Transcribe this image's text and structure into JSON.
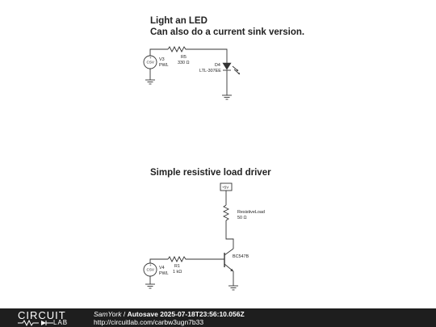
{
  "circuit1": {
    "title_line1": "Light an LED",
    "title_line2": "Can also do a current sink version.",
    "source_symbol": "CSV",
    "source_name": "V3",
    "source_type": "PWL",
    "resistor_name": "R5",
    "resistor_value": "330 Ω",
    "led_name": "D4",
    "led_part": "LTL-307EE"
  },
  "circuit2": {
    "title": "Simple resistive load driver",
    "supply_label": "+5V",
    "load_name": "ResistiveLoad",
    "load_value": "50 Ω",
    "transistor_part": "BC547B",
    "resistor_name": "R1",
    "resistor_value": "1 kΩ",
    "source_symbol": "CSV",
    "source_name": "V4",
    "source_type": "PWL"
  },
  "footer": {
    "logo_top": "CIRCUIT",
    "logo_bottom": "LAB",
    "user": "SamYork",
    "separator": " / ",
    "autosave": "Autosave 2025-07-18T23:56:10.056Z",
    "url": "http://circuitlab.com/carbw3ugn7b33"
  }
}
